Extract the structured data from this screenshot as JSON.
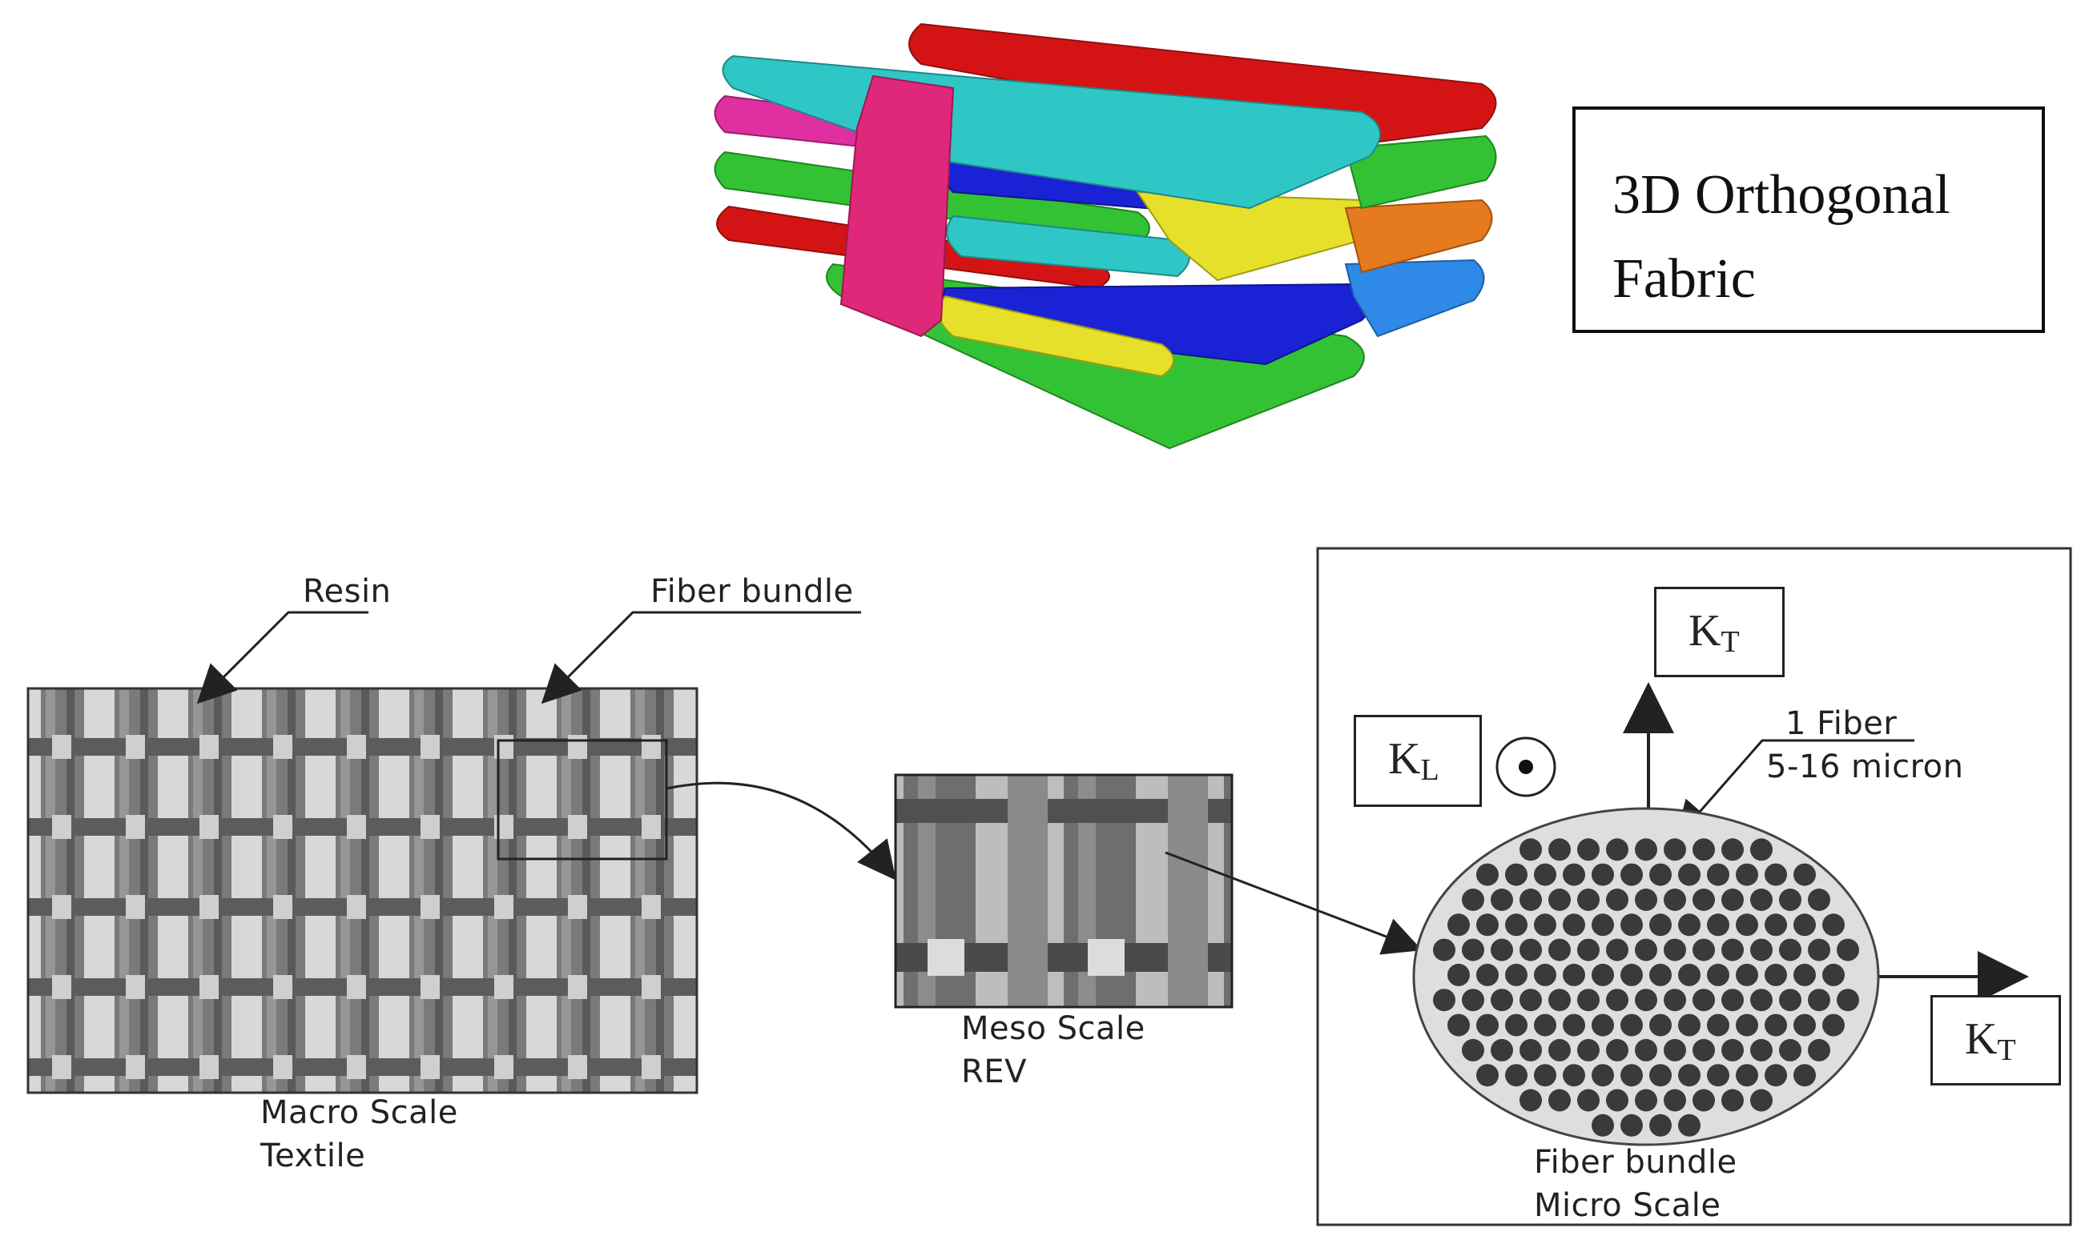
{
  "fabric": {
    "title_line1": "3D Orthogonal",
    "title_line2": "Fabric"
  },
  "labels": {
    "resin": "Resin",
    "fiber_bundle": "Fiber bundle",
    "macro_line1": "Macro Scale",
    "macro_line2": "Textile",
    "meso_line1": "Meso Scale",
    "meso_line2": "REV",
    "fiber_line1": "1 Fiber",
    "fiber_line2": "5-16 micron",
    "bundle_line1": "Fiber bundle",
    "bundle_line2": "Micro Scale"
  },
  "permeability": {
    "kl_main": "K",
    "kl_sub": "L",
    "kt_top_main": "K",
    "kt_top_sub": "T",
    "kt_right_main": "K",
    "kt_right_sub": "T"
  },
  "colors": {
    "red": "#d41414",
    "cyan": "#2fc6c6",
    "magenta": "#e02fa0",
    "green": "#33c233",
    "blue": "#1a22d6",
    "yellow": "#e6e02a",
    "orange": "#e67a1f",
    "lightblue": "#2e8ae6"
  }
}
